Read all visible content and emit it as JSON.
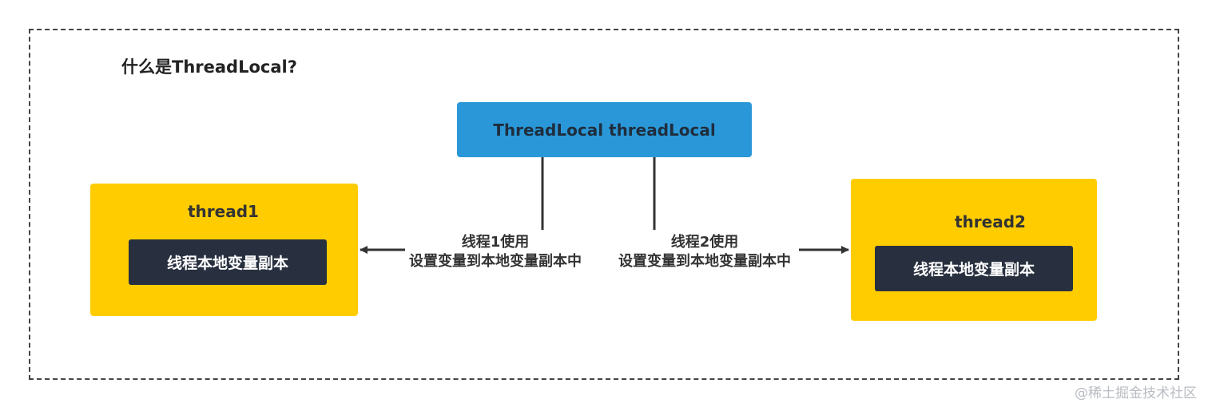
{
  "heading": "什么是ThreadLocal?",
  "center_box": {
    "label": "ThreadLocal threadLocal",
    "color": "#2a98d8"
  },
  "thread1": {
    "label": "thread1",
    "inner_label": "线程本地变量副本",
    "box_color": "#ffcc00",
    "inner_color": "#283040"
  },
  "thread2": {
    "label": "thread2",
    "inner_label": "线程本地变量副本",
    "box_color": "#ffcc00",
    "inner_color": "#283040"
  },
  "note1": {
    "line1": "线程1使用",
    "line2": "设置变量到本地变量副本中"
  },
  "note2": {
    "line1": "线程2使用",
    "line2": "设置变量到本地变量副本中"
  },
  "watermark": "@稀土掘金技术社区"
}
